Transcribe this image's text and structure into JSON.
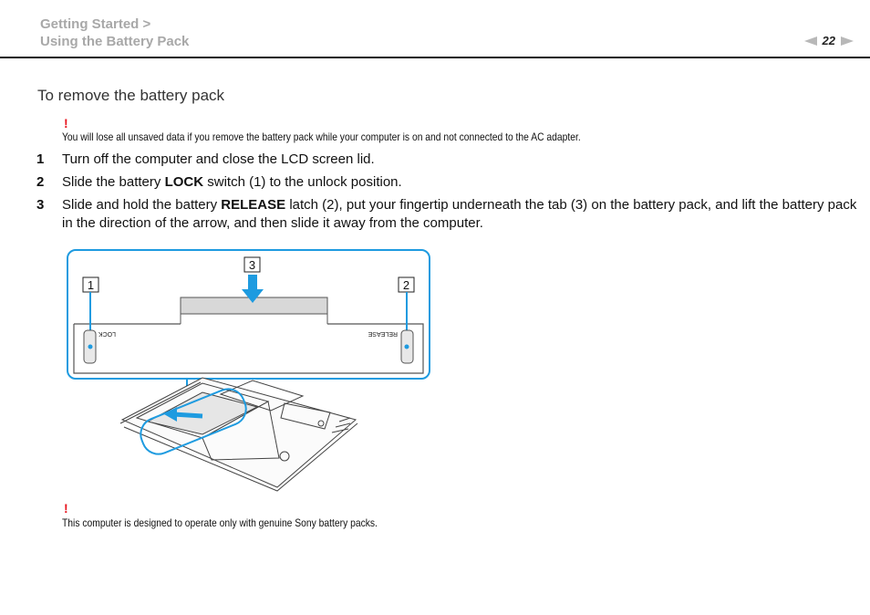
{
  "breadcrumb": {
    "line1": "Getting Started >",
    "line2": "Using the Battery Pack"
  },
  "page_number": "22",
  "heading": "To remove the battery pack",
  "warning_symbol": "!",
  "caution1": "You will lose all unsaved data if you remove the battery pack while your computer is on and not connected to the AC adapter.",
  "steps": [
    {
      "num": "1",
      "text_before": "Turn off the computer and close the LCD screen lid.",
      "bold": "",
      "text_after": ""
    },
    {
      "num": "2",
      "text_before": "Slide the battery ",
      "bold": "LOCK",
      "text_after": " switch (1) to the unlock position."
    },
    {
      "num": "3",
      "text_before": "Slide and hold the battery ",
      "bold": "RELEASE",
      "text_after": " latch (2), put your fingertip underneath the tab (3) on the battery pack, and lift the battery pack in the direction of the arrow, and then slide it away from the computer."
    }
  ],
  "figure": {
    "callout1": "1",
    "callout2": "2",
    "callout3": "3",
    "lock_label": "LOCK",
    "release_label": "RELEASE"
  },
  "caution2": "This computer is designed to operate only with genuine Sony battery packs.",
  "colors": {
    "accent_blue": "#1e9be0",
    "warning_red": "#e8141e",
    "breadcrumb_gray": "#a8a8a8"
  }
}
